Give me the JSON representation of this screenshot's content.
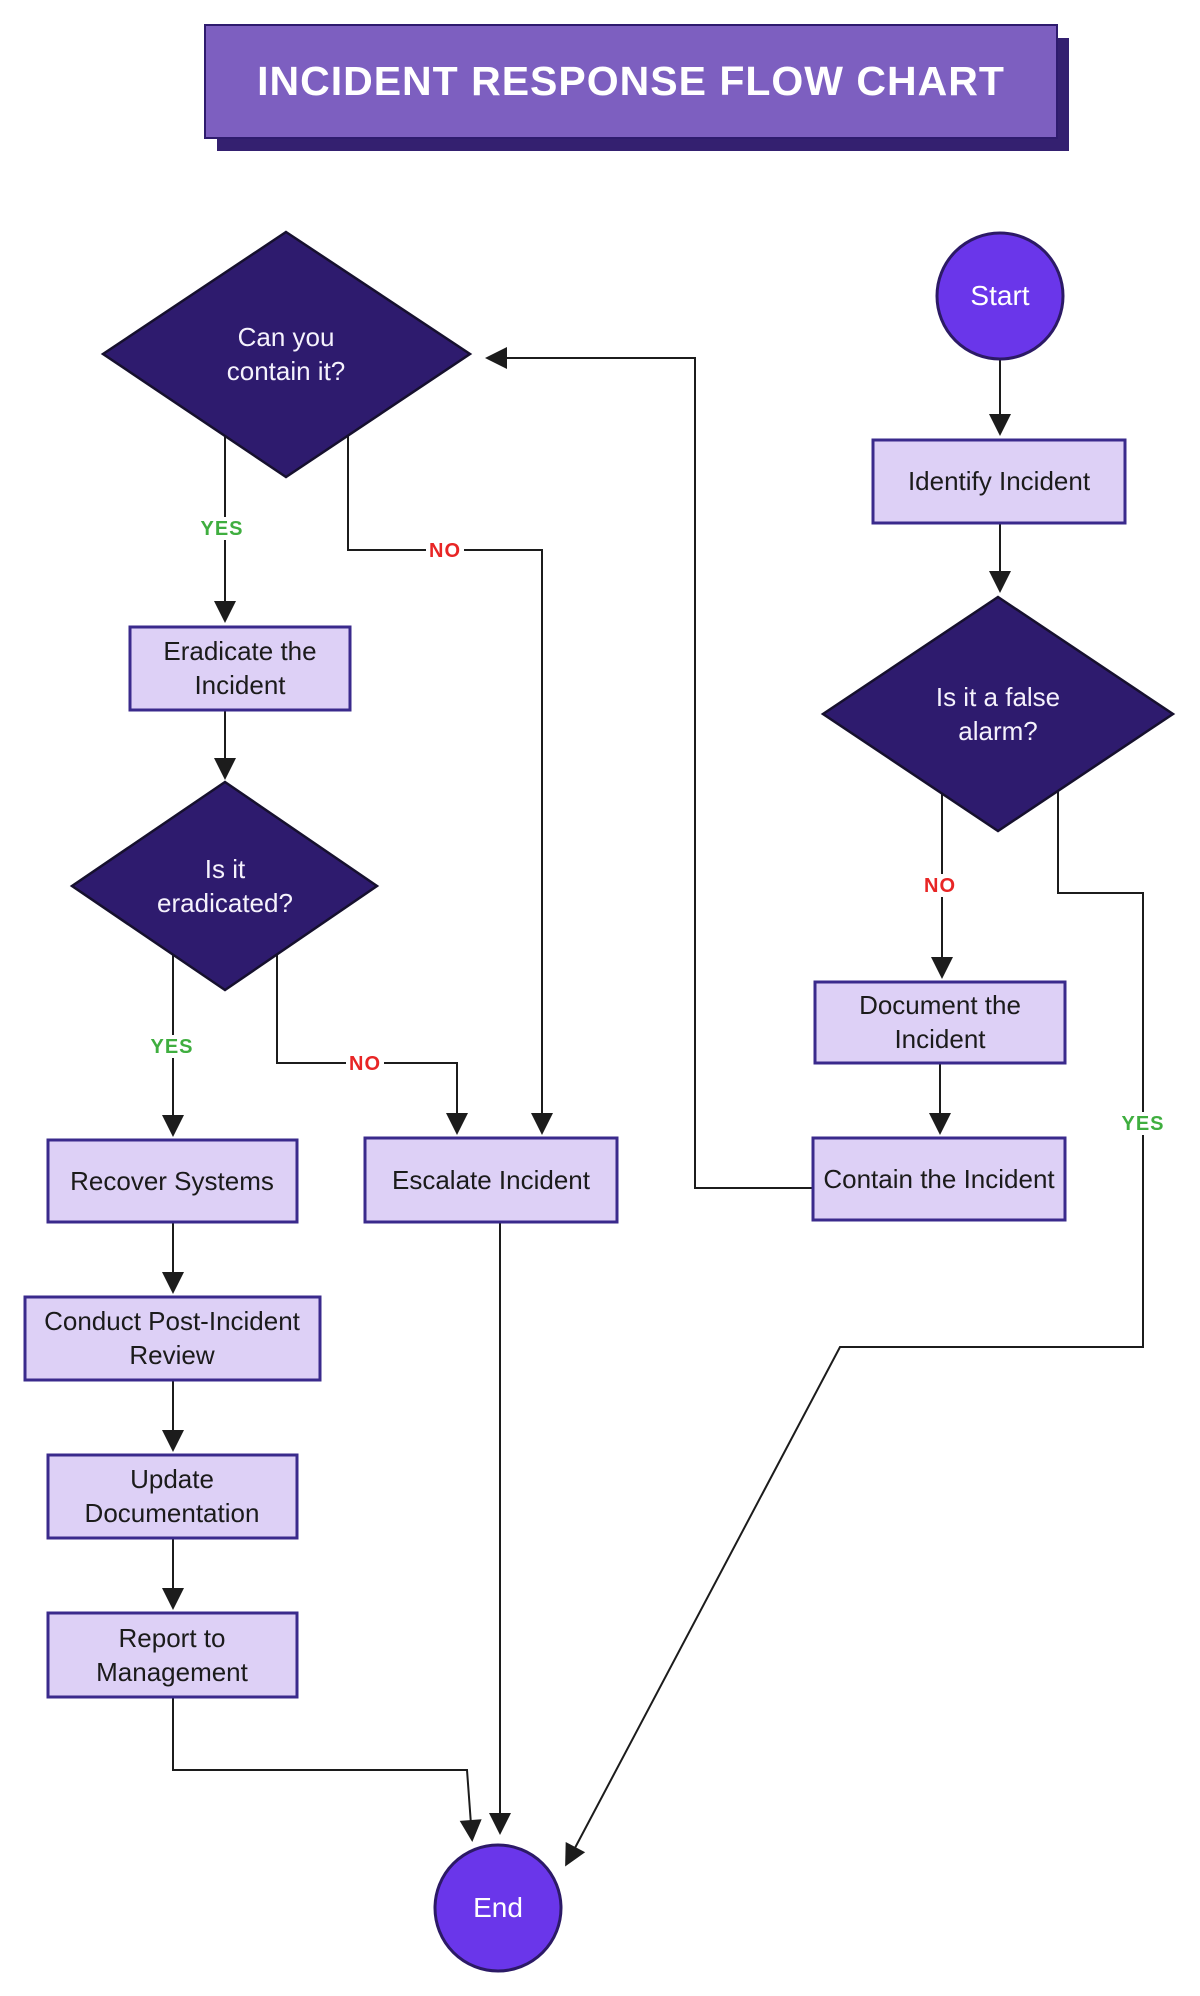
{
  "title": "INCIDENT RESPONSE FLOW CHART",
  "colors": {
    "title_fill": "#7d5fc0",
    "title_shadow": "#342070",
    "title_border": "#2e1b6e",
    "decision_fill": "#2e1b6e",
    "process_fill": "#ddd0f6",
    "process_border": "#3a2a8c",
    "terminal_fill": "#6a36ea",
    "terminal_border": "#2c1a66",
    "yes_label": "#3fae3f",
    "no_label": "#e82525",
    "line": "#1c1c1c",
    "background": "#ffffff"
  },
  "nodes": {
    "start": {
      "label": "Start"
    },
    "identify": {
      "label": "Identify Incident"
    },
    "false_alarm": {
      "line1": "Is it a false",
      "line2": "alarm?"
    },
    "document": {
      "line1": "Document the",
      "line2": "Incident"
    },
    "contain": {
      "label": "Contain the Incident"
    },
    "contain_q": {
      "line1": "Can you",
      "line2": "contain it?"
    },
    "eradicate": {
      "line1": "Eradicate the",
      "line2": "Incident"
    },
    "eradicated_q": {
      "line1": "Is it",
      "line2": "eradicated?"
    },
    "recover": {
      "label": "Recover Systems"
    },
    "post_review": {
      "line1": "Conduct Post-Incident",
      "line2": "Review"
    },
    "update_doc": {
      "line1": "Update",
      "line2": "Documentation"
    },
    "report": {
      "line1": "Report to",
      "line2": "Management"
    },
    "escalate": {
      "label": "Escalate Incident"
    },
    "end": {
      "label": "End"
    }
  },
  "edge_labels": {
    "false_alarm_no": "NO",
    "false_alarm_yes": "YES",
    "contain_q_yes": "YES",
    "contain_q_no": "NO",
    "eradicated_q_yes": "YES",
    "eradicated_q_no": "NO"
  }
}
